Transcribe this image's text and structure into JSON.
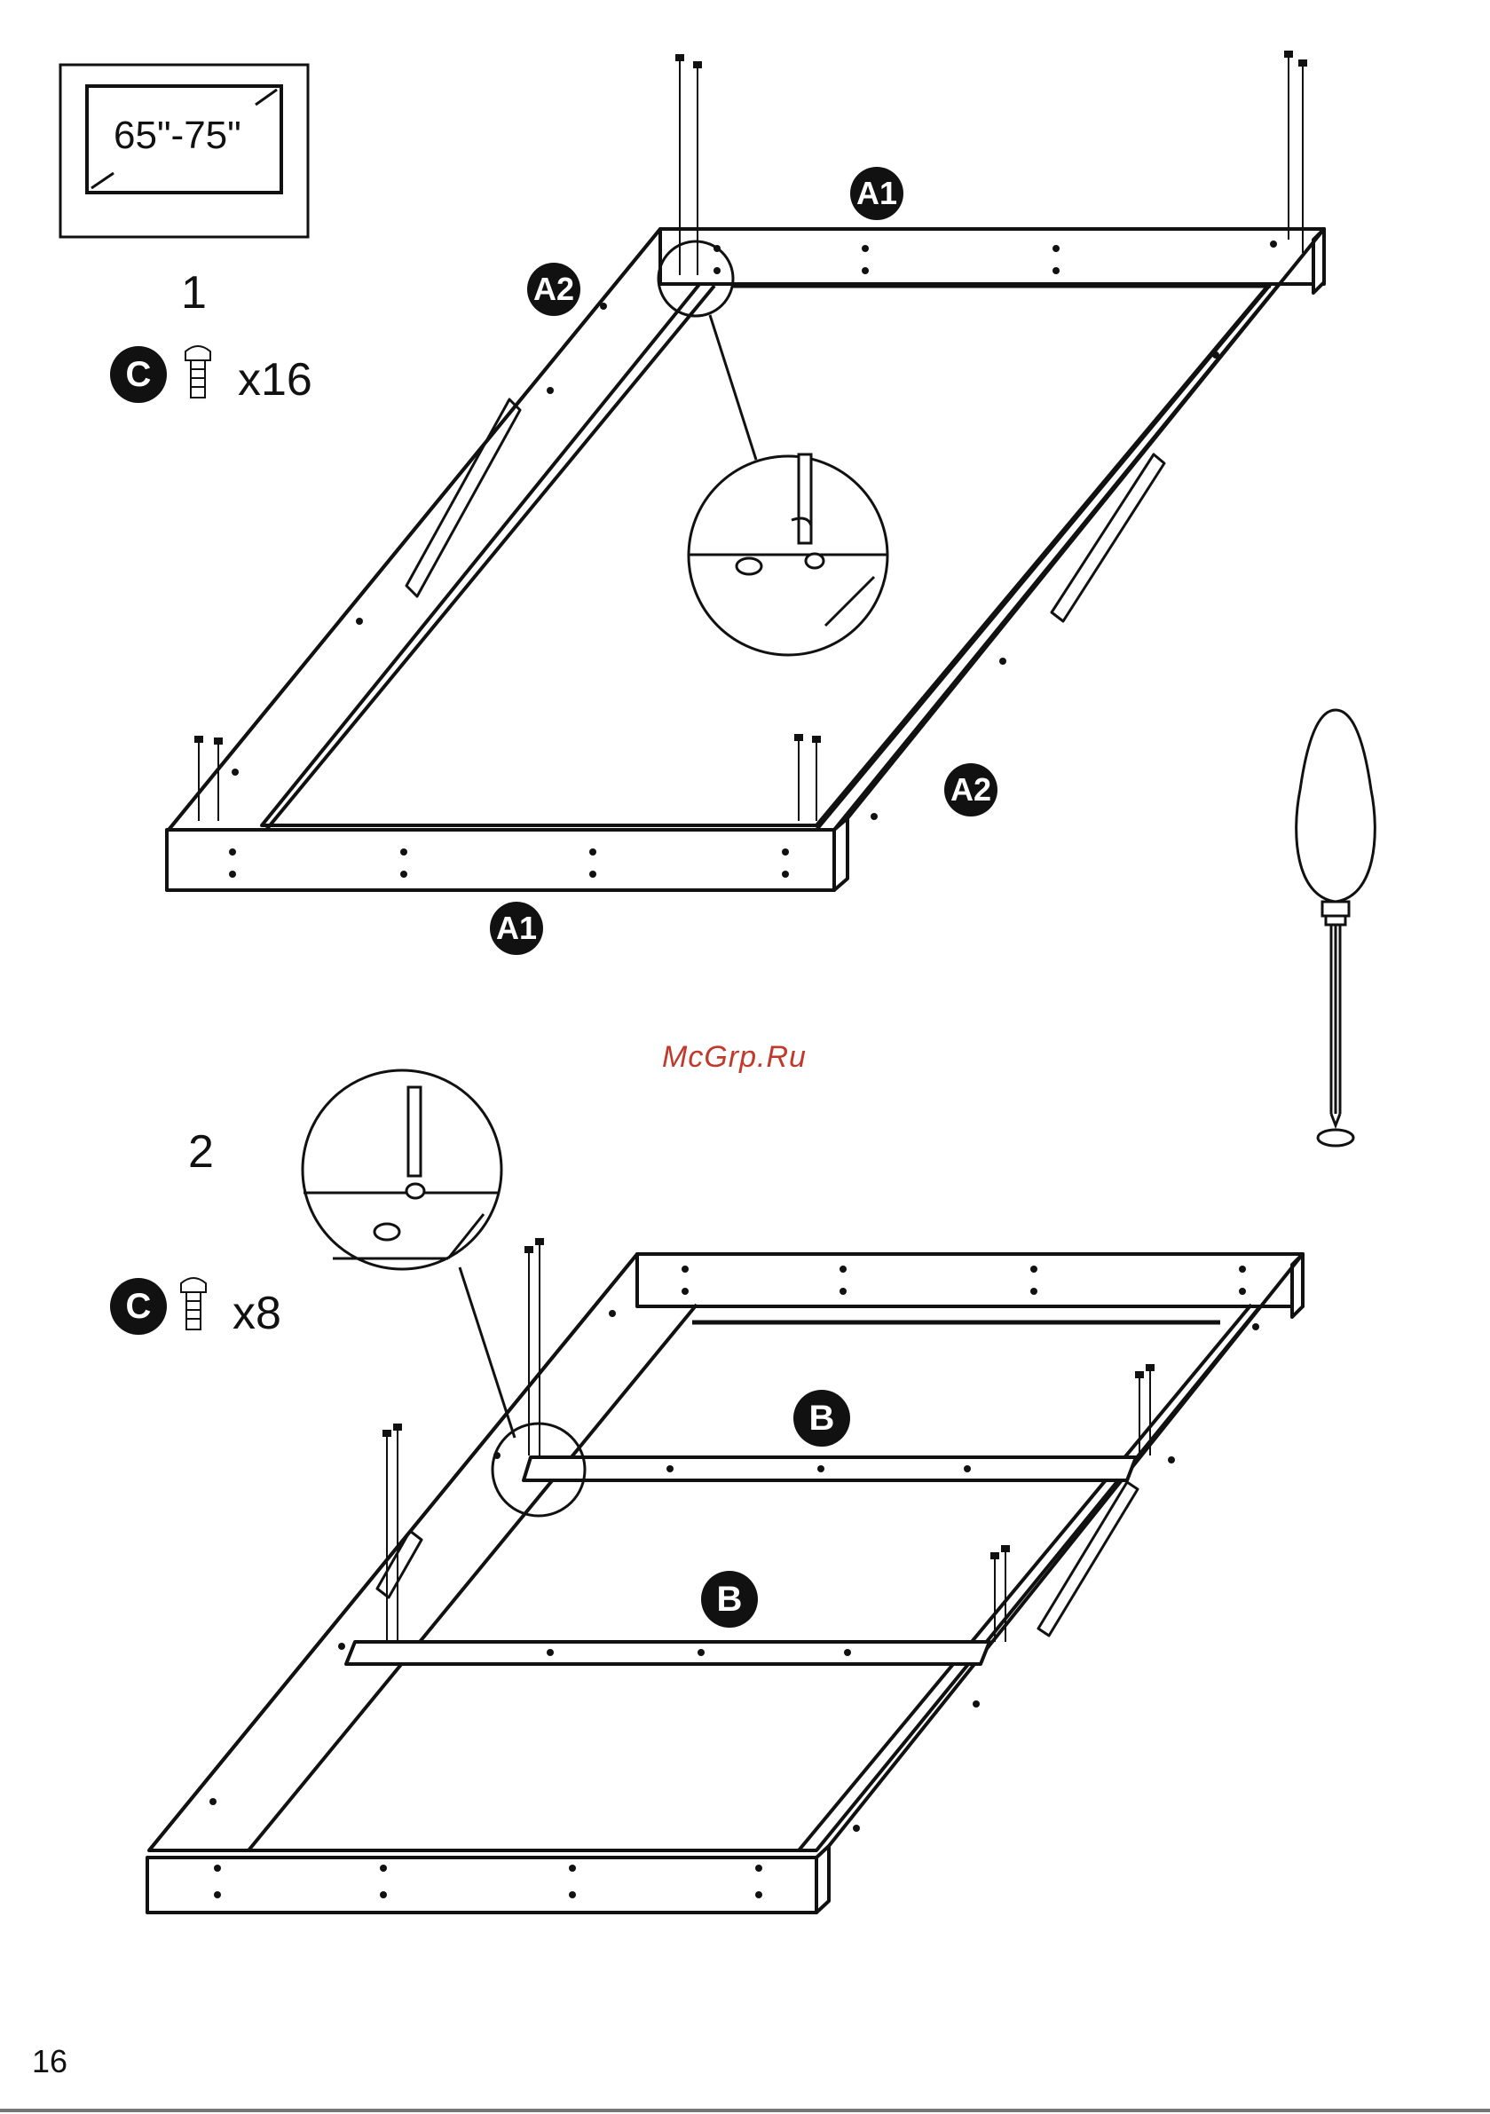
{
  "tv_size_label": "65\"-75\"",
  "step1": {
    "number": "1",
    "part_badge": "C",
    "quantity": "x16",
    "frame_labels": {
      "top": "A1",
      "bottom": "A1",
      "left": "A2",
      "right": "A2"
    }
  },
  "step2": {
    "number": "2",
    "part_badge": "C",
    "quantity": "x8",
    "crossbar_labels": [
      "B",
      "B"
    ]
  },
  "watermark": "McGrp.Ru",
  "page_number": "16",
  "icons": [
    "tv-size-icon",
    "screw-icon",
    "screwdriver-icon",
    "detail-zoom-icon"
  ]
}
